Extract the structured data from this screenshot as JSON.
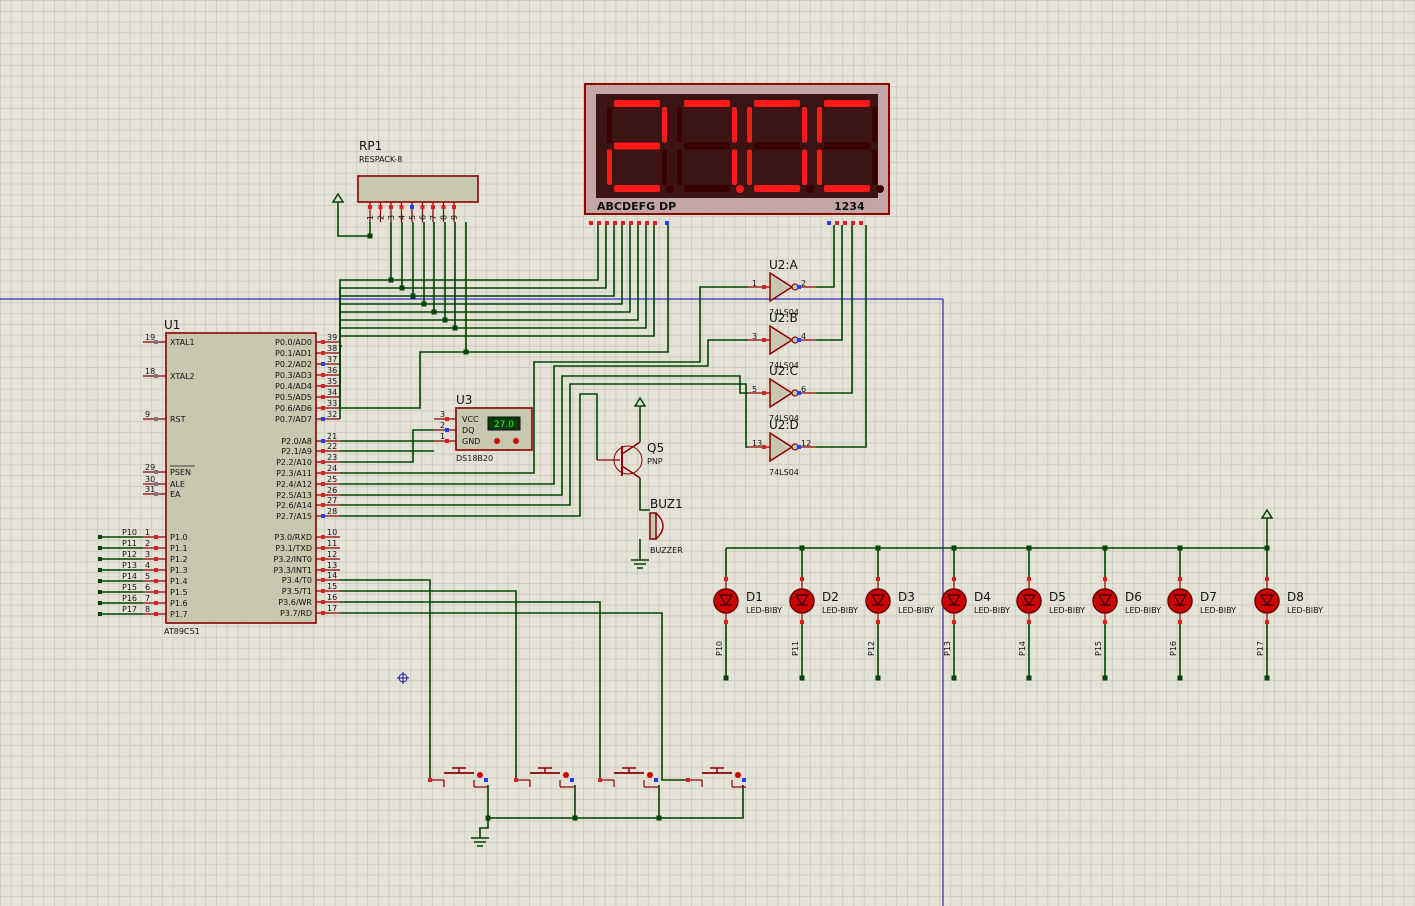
{
  "colors": {
    "grid_bg": "#e5e3d8",
    "wire": "#004400",
    "component_outline": "#8b0000",
    "component_fill": "#c8c7b0",
    "segment_on": "#ff1a1a",
    "segment_off": "#3a0000",
    "led_body": "#cc0000",
    "selection_line": "#0000cc"
  },
  "display": {
    "text": "27.0C",
    "digits": [
      "2",
      "7.",
      "0",
      "C"
    ],
    "segment_label": "ABCDEFG  DP",
    "digit_label": "1234"
  },
  "rp1": {
    "name": "RP1",
    "type": "RESPACK-8",
    "pins": [
      "1",
      "2",
      "3",
      "4",
      "5",
      "6",
      "7",
      "8",
      "9"
    ]
  },
  "u1": {
    "name": "U1",
    "part": "AT89C51",
    "left_pins": [
      {
        "num": "19",
        "label": "XTAL1"
      },
      {
        "num": "18",
        "label": "XTAL2"
      },
      {
        "num": "9",
        "label": "RST"
      },
      {
        "num": "29",
        "label": "PSEN"
      },
      {
        "num": "30",
        "label": "ALE"
      },
      {
        "num": "31",
        "label": "EA"
      },
      {
        "num": "1",
        "label": "P1.0"
      },
      {
        "num": "2",
        "label": "P1.1"
      },
      {
        "num": "3",
        "label": "P1.2"
      },
      {
        "num": "4",
        "label": "P1.3"
      },
      {
        "num": "5",
        "label": "P1.4"
      },
      {
        "num": "6",
        "label": "P1.5"
      },
      {
        "num": "7",
        "label": "P1.6"
      },
      {
        "num": "8",
        "label": "P1.7"
      }
    ],
    "p1_net_labels": [
      "P10",
      "P11",
      "P12",
      "P13",
      "P14",
      "P15",
      "P16",
      "P17"
    ],
    "right_pins": [
      {
        "num": "39",
        "label": "P0.0/AD0"
      },
      {
        "num": "38",
        "label": "P0.1/AD1"
      },
      {
        "num": "37",
        "label": "P0.2/AD2"
      },
      {
        "num": "36",
        "label": "P0.3/AD3"
      },
      {
        "num": "35",
        "label": "P0.4/AD4"
      },
      {
        "num": "34",
        "label": "P0.5/AD5"
      },
      {
        "num": "33",
        "label": "P0.6/AD6"
      },
      {
        "num": "32",
        "label": "P0.7/AD7"
      },
      {
        "num": "21",
        "label": "P2.0/A8"
      },
      {
        "num": "22",
        "label": "P2.1/A9"
      },
      {
        "num": "23",
        "label": "P2.2/A10"
      },
      {
        "num": "24",
        "label": "P2.3/A11"
      },
      {
        "num": "25",
        "label": "P2.4/A12"
      },
      {
        "num": "26",
        "label": "P2.5/A13"
      },
      {
        "num": "27",
        "label": "P2.6/A14"
      },
      {
        "num": "28",
        "label": "P2.7/A15"
      },
      {
        "num": "10",
        "label": "P3.0/RXD"
      },
      {
        "num": "11",
        "label": "P3.1/TXD"
      },
      {
        "num": "12",
        "label": "P3.2/INT0"
      },
      {
        "num": "13",
        "label": "P3.3/INT1"
      },
      {
        "num": "14",
        "label": "P3.4/T0"
      },
      {
        "num": "15",
        "label": "P3.5/T1"
      },
      {
        "num": "16",
        "label": "P3.6/WR"
      },
      {
        "num": "17",
        "label": "P3.7/RD"
      }
    ]
  },
  "u3": {
    "name": "U3",
    "part": "DS18B20",
    "reading": "27.0",
    "pins": [
      {
        "num": "3",
        "label": "VCC"
      },
      {
        "num": "2",
        "label": "DQ"
      },
      {
        "num": "1",
        "label": "GND"
      }
    ]
  },
  "inverters": [
    {
      "name": "U2:A",
      "part": "74LS04",
      "in": "1",
      "out": "2"
    },
    {
      "name": "U2:B",
      "part": "74LS04",
      "in": "3",
      "out": "4"
    },
    {
      "name": "U2:C",
      "part": "74LS04",
      "in": "5",
      "out": "6"
    },
    {
      "name": "U2:D",
      "part": "74LS04",
      "in": "13",
      "out": "12"
    }
  ],
  "q5": {
    "name": "Q5",
    "type": "PNP"
  },
  "buzzer": {
    "name": "BUZ1",
    "type": "BUZZER"
  },
  "leds": [
    {
      "name": "D1",
      "part": "LED-BIBY",
      "net": "P10"
    },
    {
      "name": "D2",
      "part": "LED-BIBY",
      "net": "P11"
    },
    {
      "name": "D3",
      "part": "LED-BIBY",
      "net": "P12"
    },
    {
      "name": "D4",
      "part": "LED-BIBY",
      "net": "P13"
    },
    {
      "name": "D5",
      "part": "LED-BIBY",
      "net": "P14"
    },
    {
      "name": "D6",
      "part": "LED-BIBY",
      "net": "P15"
    },
    {
      "name": "D7",
      "part": "LED-BIBY",
      "net": "P16"
    },
    {
      "name": "D8",
      "part": "LED-BIBY",
      "net": "P17"
    }
  ],
  "buttons_count": 4
}
